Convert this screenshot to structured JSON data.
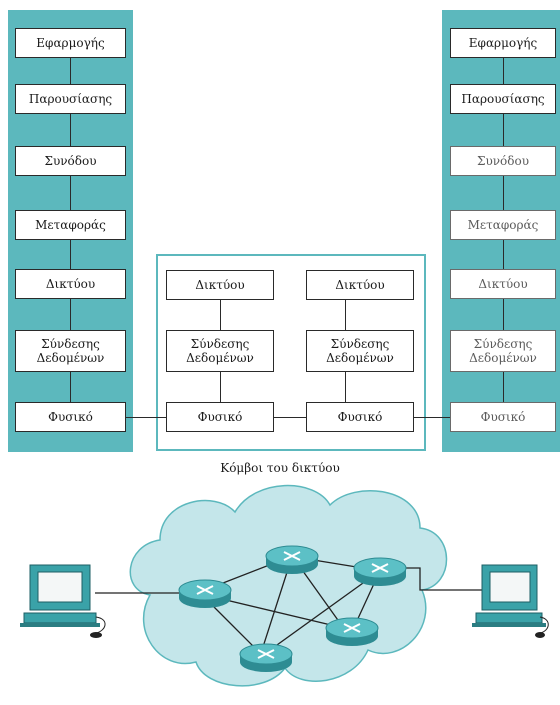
{
  "colors": {
    "stack": "#5cb8bd",
    "cloud": "#c4e6ea",
    "router": "#3a9ea5"
  },
  "left_stack": {
    "layers": [
      "Εφαρμογής",
      "Παρουσίασης",
      "Συνόδου",
      "Μεταφοράς",
      "Δικτύου",
      "Σύνδεσης\nΔεδομένων",
      "Φυσικό"
    ]
  },
  "right_stack": {
    "layers": [
      "Εφαρμογής",
      "Παρουσίασης",
      "Συνόδου",
      "Μεταφοράς",
      "Δικτύου",
      "Σύνδεσης\nΔεδομένων",
      "Φυσικό"
    ]
  },
  "node_a": {
    "layers": [
      "Δικτύου",
      "Σύνδεσης\nΔεδομένων",
      "Φυσικό"
    ]
  },
  "node_b": {
    "layers": [
      "Δικτύου",
      "Σύνδεσης\nΔεδομένων",
      "Φυσικό"
    ]
  },
  "caption": "Κόμβοι του δικτύου",
  "network": {
    "hosts": [
      "host-computer",
      "host-computer"
    ],
    "routers": 5,
    "icons": [
      "computer-icon",
      "router-icon",
      "cloud-icon"
    ]
  }
}
